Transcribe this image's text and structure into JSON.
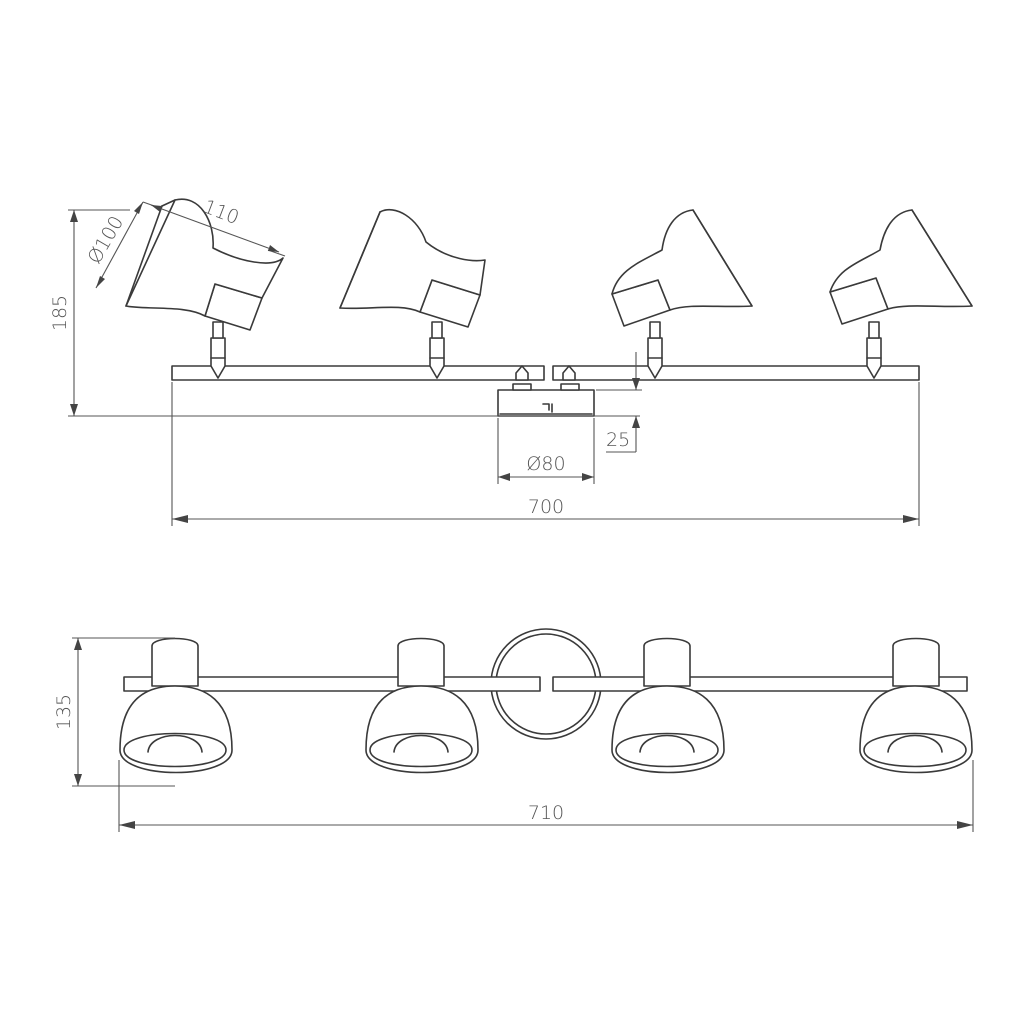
{
  "drawing": {
    "title": "",
    "views": {
      "side": {
        "dimensions": {
          "shade_length": "110",
          "shade_diameter": "Ø100",
          "overall_height": "185",
          "base_height": "25",
          "base_diameter": "Ø80",
          "bar_length": "700"
        }
      },
      "front": {
        "dimensions": {
          "height": "135",
          "overall_width": "710"
        }
      }
    },
    "colors": {
      "line": "#3a3a3a",
      "dimension": "#555555",
      "background": "#ffffff"
    }
  }
}
